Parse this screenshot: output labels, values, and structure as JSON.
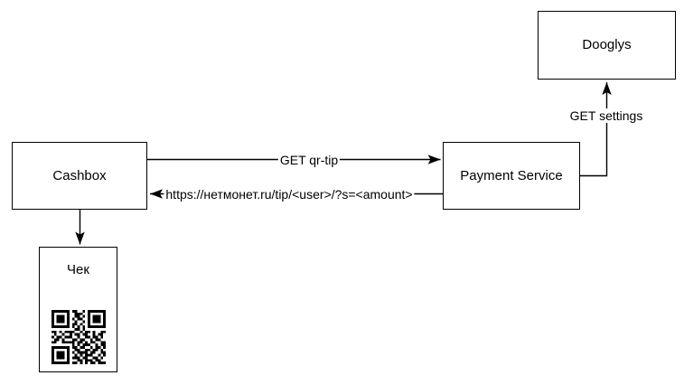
{
  "diagram": {
    "type": "flow-diagram",
    "colors": {
      "stroke": "#000000",
      "node_fill": "#ffffff",
      "text": "#000000",
      "background": "#ffffff"
    },
    "nodes": {
      "cashbox": {
        "label": "Cashbox"
      },
      "payment_service": {
        "label": "Payment Service"
      },
      "dooglys": {
        "label": "Dooglys"
      },
      "receipt": {
        "label": "Чек"
      }
    },
    "edges": {
      "get_qr_tip": {
        "label": "GET qr-tip",
        "from": "cashbox",
        "to": "payment_service"
      },
      "tip_url": {
        "label": "https://нетмонет.ru/tip/<user>/?s=<amount>",
        "from": "payment_service",
        "to": "cashbox"
      },
      "get_settings": {
        "label": "GET settings",
        "from": "payment_service",
        "to": "dooglys"
      },
      "print_receipt": {
        "label": "",
        "from": "cashbox",
        "to": "receipt"
      }
    },
    "qr_code": {
      "modules": [
        "111111101100101111111",
        "100000100111001000001",
        "101110100110101011101",
        "101110101011001011101",
        "101110100100101011101",
        "100000101101001000001",
        "111111101010101111111",
        "000000000110100000000",
        "110101111001011010011",
        "010010010110110010110",
        "101101110010011011010",
        "011010001101100101100",
        "110011111011010110011",
        "000000001010111001011",
        "111111101101100101101",
        "100000100110011011010",
        "101110101011110110011",
        "101110100101011100101",
        "101110101110110011010",
        "100000100011011101100",
        "111111101101010110111"
      ]
    }
  }
}
